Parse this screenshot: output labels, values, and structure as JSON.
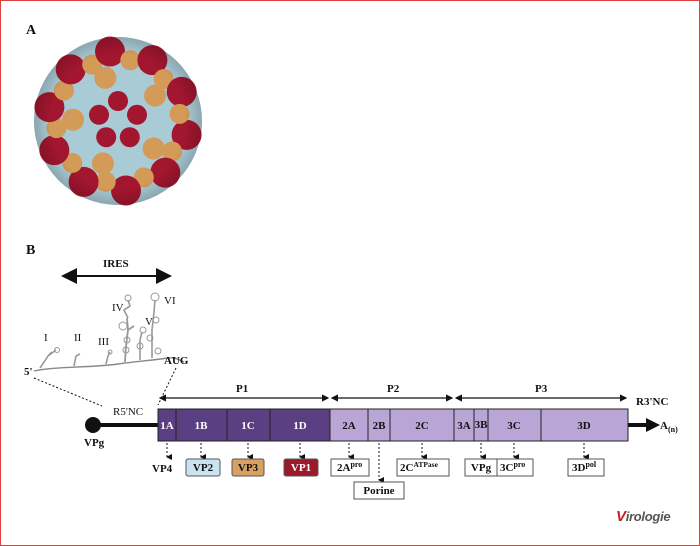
{
  "panels": {
    "a": "A",
    "b": "B"
  },
  "ires": {
    "label": "IRES",
    "domains": [
      "I",
      "II",
      "III",
      "IV",
      "V",
      "VI"
    ],
    "five_prime": "5'",
    "aug": "AUG"
  },
  "genome": {
    "r5nc": "R5'NC",
    "r3nc": "R3'NC",
    "vpg": "VPg",
    "poly_a": "A",
    "poly_a_sub": "(n)",
    "regions": [
      "P1",
      "P2",
      "P3"
    ],
    "segments": [
      "1A",
      "1B",
      "1C",
      "1D",
      "2A",
      "2B",
      "2C",
      "3A",
      "3B",
      "3C",
      "3D"
    ]
  },
  "products": {
    "vp4": "VP4",
    "vp2": "VP2",
    "vp3": "VP3",
    "vp1": "VP1",
    "a2_base": "2A",
    "a2_sup": "pro",
    "porine": "Porine",
    "c2_base": "2C",
    "c2_sup": "ATPase",
    "vpg": "VPg",
    "c3_base": "3C",
    "c3_sup": "pro",
    "d3_base": "3D",
    "d3_sup": "pol"
  },
  "colors": {
    "capsid_red": "#a3162f",
    "capsid_blue": "#a9cbd6",
    "capsid_tan": "#d49a57",
    "p1_purple": "#5b3f83",
    "p23_lilac": "#b9a5d6",
    "vp2_box": "#c9e4f0",
    "vp3_box": "#d8a063",
    "vp1_box": "#9b1a2a"
  },
  "logo": {
    "initial": "V",
    "rest": "irologie"
  }
}
